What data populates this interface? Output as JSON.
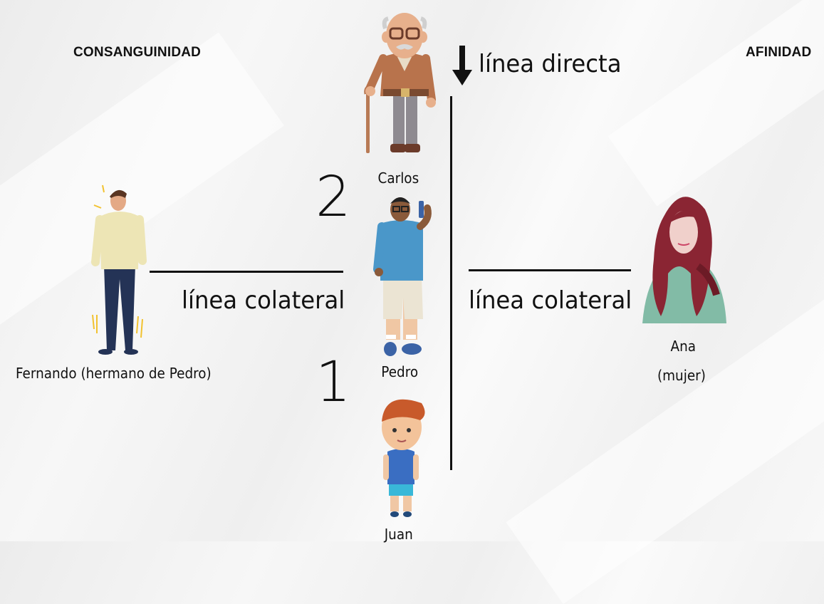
{
  "headings": {
    "left": "CONSANGUINIDAD",
    "right": "AFINIDAD"
  },
  "people": {
    "carlos": "Carlos",
    "pedro": "Pedro",
    "juan": "Juan",
    "fernando": "Fernando (hermano de Pedro)",
    "ana_name": "Ana",
    "ana_relation": "(mujer)"
  },
  "lines": {
    "direct": "línea directa",
    "collateral_left": "línea colateral",
    "collateral_right": "línea colateral"
  },
  "degrees": {
    "upper": "2",
    "lower": "1"
  },
  "icons": [
    "elderly-man-icon",
    "adult-man-icon",
    "boy-icon",
    "standing-man-icon",
    "woman-icon",
    "arrow-down-icon"
  ]
}
